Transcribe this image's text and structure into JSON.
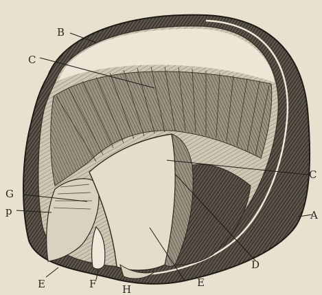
{
  "figure": {
    "labels": {
      "a": "A",
      "b": "B",
      "c": "C",
      "c2": "C",
      "d": "D",
      "e1": "E",
      "e2": "E",
      "f": "F",
      "g": "G",
      "h": "H",
      "p": "p"
    }
  },
  "palette": {
    "paper": "#e8e1cf",
    "ink": "#2c2620",
    "dark": "#3d362d",
    "mid": "#8a8272",
    "light": "#efe9db"
  }
}
